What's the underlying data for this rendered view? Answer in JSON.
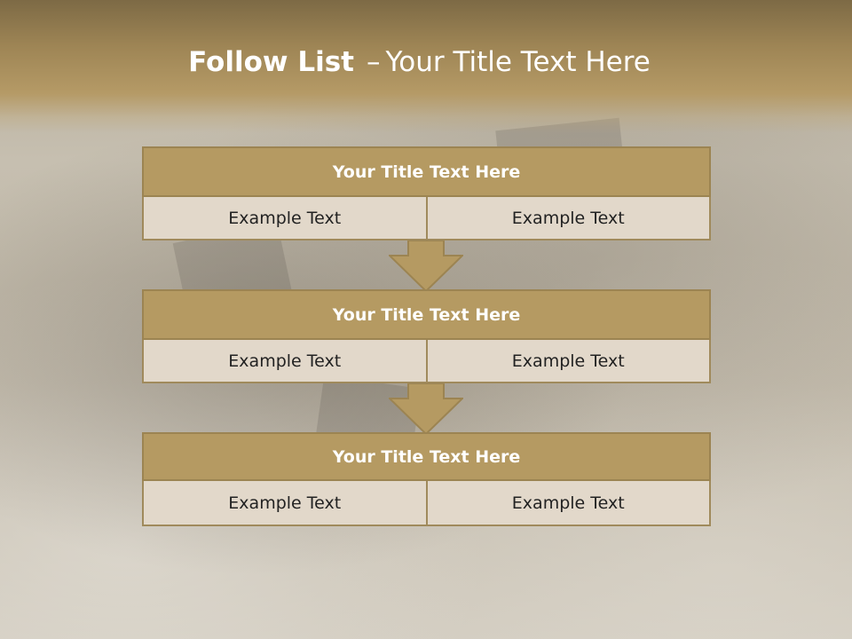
{
  "slide": {
    "title_bold": "Follow List",
    "title_separator": "–",
    "title_rest": "Your Title Text Here"
  },
  "colors": {
    "header": "#b59a62",
    "cell": "#e2d8ca",
    "border": "#9c8452"
  },
  "steps": [
    {
      "title": "Your Title Text Here",
      "left": "Example Text",
      "right": "Example Text"
    },
    {
      "title": "Your Title Text Here",
      "left": "Example Text",
      "right": "Example Text"
    },
    {
      "title": "Your Title Text Here",
      "left": "Example Text",
      "right": "Example Text"
    }
  ]
}
